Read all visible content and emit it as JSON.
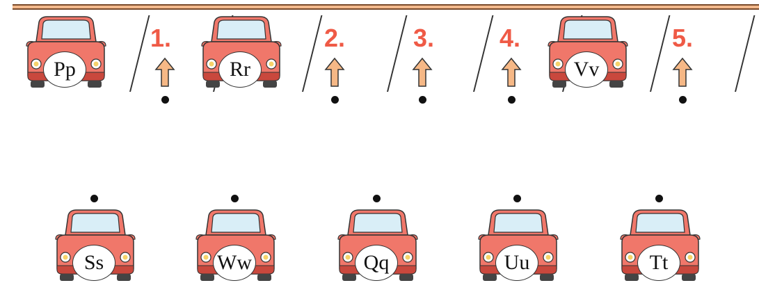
{
  "parking_spots": [
    {
      "kind": "car",
      "letter": "Pp"
    },
    {
      "kind": "empty",
      "number": "1."
    },
    {
      "kind": "car",
      "letter": "Rr"
    },
    {
      "kind": "empty",
      "number": "2."
    },
    {
      "kind": "empty",
      "number": "3."
    },
    {
      "kind": "empty",
      "number": "4."
    },
    {
      "kind": "car",
      "letter": "Vv"
    },
    {
      "kind": "empty",
      "number": "5."
    }
  ],
  "waiting_cars": [
    "Ss",
    "Ww",
    "Qq",
    "Uu",
    "Tt"
  ],
  "colors": {
    "car_body": "#f0776a",
    "car_dark": "#c9483d",
    "window": "#d9eef7",
    "number": "#ef5a46",
    "arrow_fill": "#f6b886",
    "curb": "#f3b98c"
  }
}
